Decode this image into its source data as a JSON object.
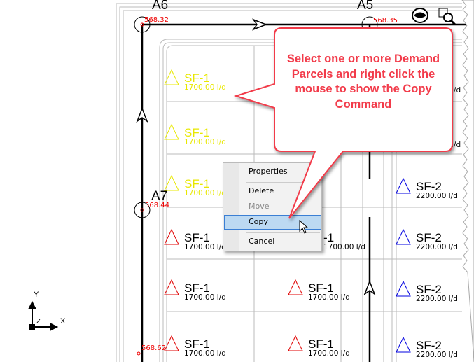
{
  "nodes": [
    {
      "id": "A6",
      "elevation": "568.32"
    },
    {
      "id": "A5",
      "elevation": "568.35"
    },
    {
      "id": "A7",
      "elevation": "568.44"
    },
    {
      "elevation": "568.62"
    }
  ],
  "parcels": [
    {
      "name": "SF-1",
      "demand": "1700.00 l/d",
      "color": "#e8e800"
    },
    {
      "name": "SF-1",
      "demand": "1700.00 l/d",
      "color": "#e8e800"
    },
    {
      "name": "SF-1",
      "demand": "1700.00 l/d",
      "color": "#e8e800"
    },
    {
      "name": "SF-1",
      "demand": "1700.00 l/d",
      "color": "#e00000"
    },
    {
      "name": "SF-1",
      "demand": "1700.00 l/d",
      "color": "#e00000"
    },
    {
      "name": "SF-1",
      "demand": "1700.00 l/d",
      "color": "#e00000"
    },
    {
      "name": "-1",
      "demand": "1700.00 l/d",
      "color": "#e00000"
    },
    {
      "name": "SF-1",
      "demand": "1700.00 l/d",
      "color": "#e00000"
    },
    {
      "name": "SF-1",
      "demand": "1700.00 l/d",
      "color": "#e00000"
    },
    {
      "name": "SF-2",
      "demand": "2200.00 l/d",
      "color": "#0000e0"
    },
    {
      "name": "SF-2",
      "demand": "2200.00 l/d",
      "color": "#0000e0"
    },
    {
      "name": "SF-2",
      "demand": "2200.00 l/d",
      "color": "#0000e0"
    },
    {
      "name": "SF-2",
      "demand": "2200.00 l/d",
      "color": "#0000e0"
    }
  ],
  "partial_labels": [
    "l/d",
    "l/d"
  ],
  "context_menu": {
    "items": [
      {
        "label": "Properties",
        "enabled": true
      },
      {
        "label": "Delete",
        "enabled": true
      },
      {
        "label": "Move",
        "enabled": false
      },
      {
        "label": "Copy",
        "enabled": true,
        "highlighted": true
      },
      {
        "label": "Cancel",
        "enabled": true
      }
    ]
  },
  "callout": {
    "text": "Select one or more Demand Parcels and right click the mouse to show the Copy Command",
    "color": "#f23b4a"
  },
  "toolbar": {
    "icons": [
      "eye-icon",
      "zoom-window-icon"
    ]
  },
  "axes": {
    "y": "Y",
    "z": "Z",
    "x": "X"
  }
}
